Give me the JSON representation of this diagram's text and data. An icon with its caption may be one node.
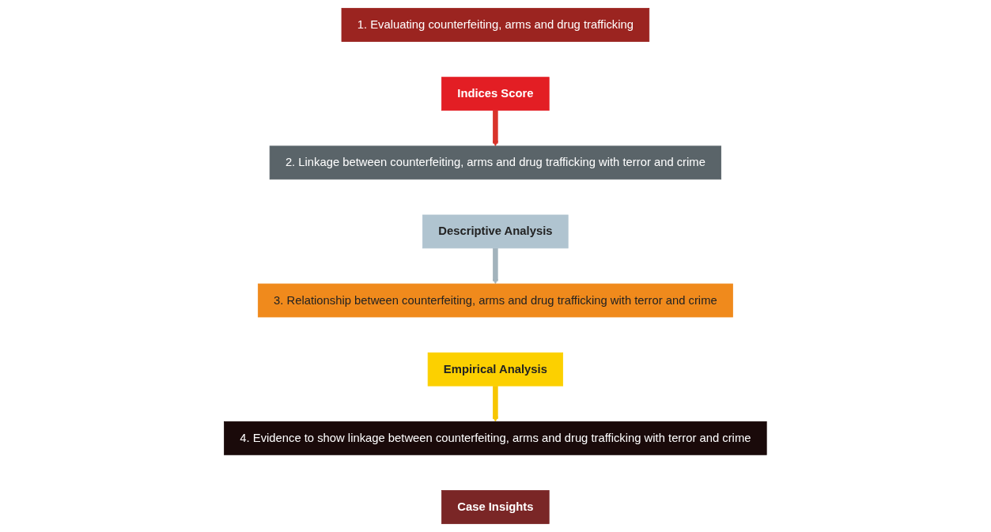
{
  "diagram": {
    "nodes": [
      {
        "text": [
          "1.  Evaluating counterfeiting, arms and drug trafficking"
        ]
      },
      {
        "text": [
          "Indices Score"
        ]
      },
      {
        "text": [
          "2. Linkage between counterfeiting, arms and drug trafficking with terror and crime"
        ]
      },
      {
        "text": [
          "Descriptive Analysis"
        ]
      },
      {
        "text": [
          "3. Relationship between counterfeiting, arms and drug trafficking with terror and crime"
        ]
      },
      {
        "text": [
          "Empirical Analysis"
        ]
      },
      {
        "text": [
          "4. Evidence to show linkage between counterfeiting, arms and drug trafficking with terror and crime"
        ]
      },
      {
        "text": [
          "Case Insights"
        ]
      }
    ],
    "edges": [
      {
        "from": 1,
        "to": 2,
        "arrow": "to",
        "color": "#d9342b"
      },
      {
        "from": 3,
        "to": 4,
        "arrow": "to",
        "color": "#a3b3bc"
      },
      {
        "from": 5,
        "to": 6,
        "arrow": "to",
        "color": "#f7c600"
      }
    ]
  }
}
